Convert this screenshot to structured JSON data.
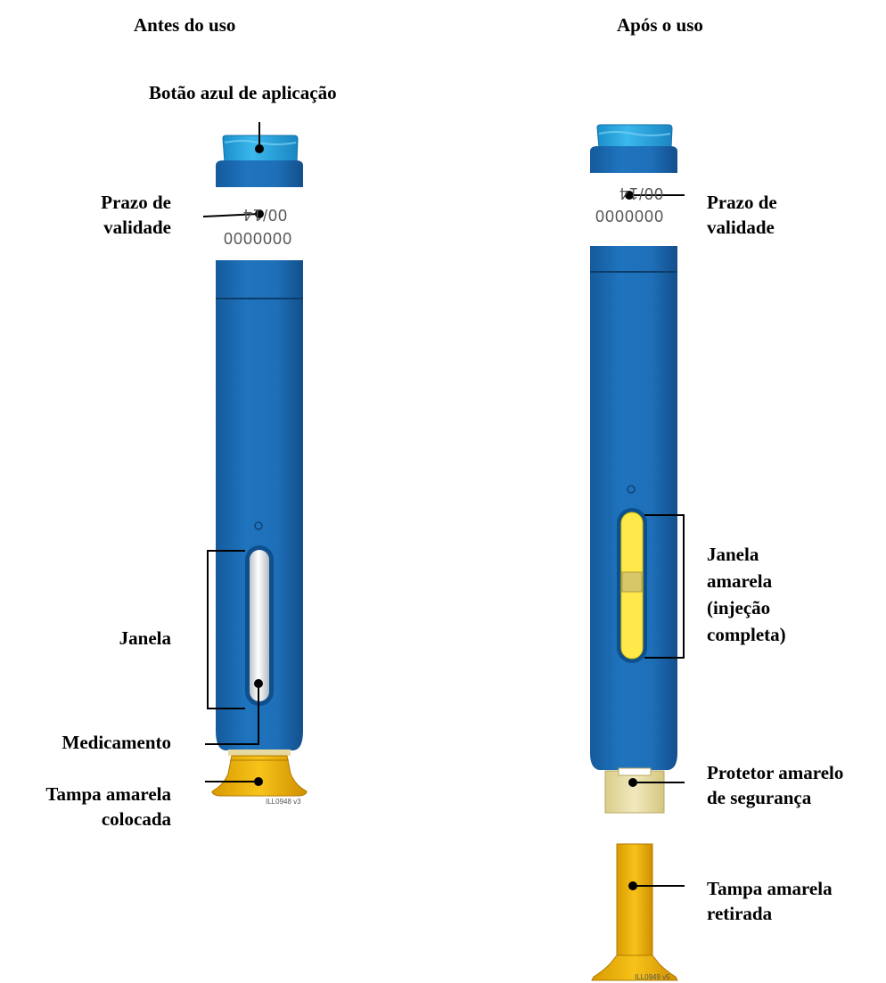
{
  "headings": {
    "before": "Antes do uso",
    "after": "Após o uso"
  },
  "labels": {
    "blue_button": "Botão azul de aplicação",
    "expiry_left": "Prazo de\nvalidade",
    "window_left": "Janela",
    "medicine": "Medicamento",
    "yellow_cap_on": "Tampa amarela\ncolocada",
    "expiry_right": "Prazo de\nvalidade",
    "yellow_window": "Janela\namarela\n(injeção\ncompleta)",
    "safety_shield": "Protetor amarelo\nde segurança",
    "yellow_cap_off": "Tampa amarela\nretirada"
  },
  "pen_label": {
    "exp_code": "00/14",
    "lot_code": "0000000"
  },
  "refs": {
    "left": "ILL0948 v3",
    "right": "ILL0949 v5"
  },
  "colors": {
    "pen_blue": "#1E6FB8",
    "button_blue": "#29A9E1",
    "cap_yellow": "#F2B705",
    "shield_beige": "#EAE0A8",
    "window_yellow": "#FFE94A"
  }
}
